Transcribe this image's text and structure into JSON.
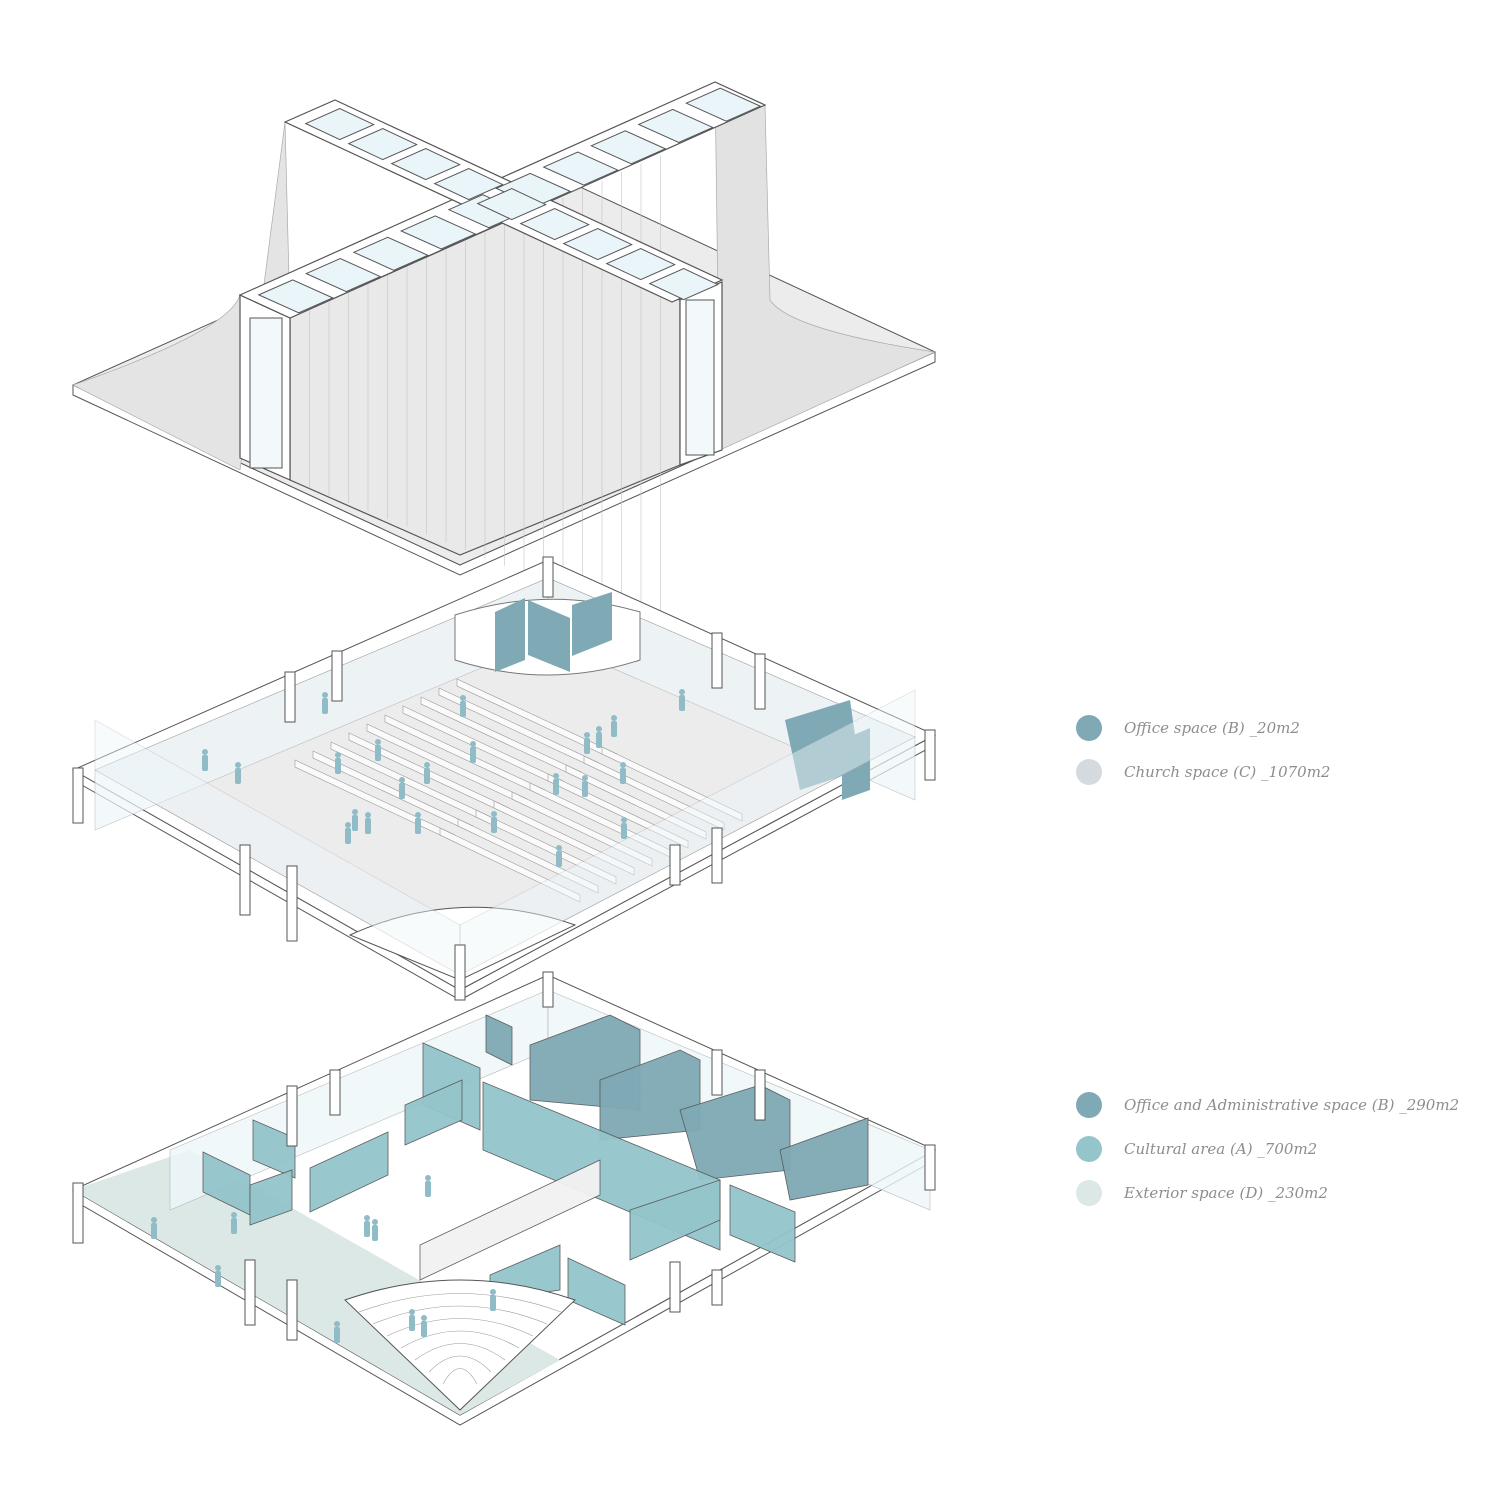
{
  "legend_upper": [
    {
      "label": "Office space (B) _20m2",
      "color": "#7fa9b4"
    },
    {
      "label": "Church space (C) _1070m2",
      "color": "#d5dade"
    }
  ],
  "legend_lower": [
    {
      "label": "Office and Administrative space (B) _290m2",
      "color": "#7fa9b4"
    },
    {
      "label": "Cultural area (A) _700m2",
      "color": "#93c5cb"
    },
    {
      "label": "Exterior space (D) _230m2",
      "color": "#dce8e6"
    }
  ],
  "colors": {
    "office": "#7fa9b4",
    "cultural": "#93c5cb",
    "church": "#ececec",
    "exterior": "#dce8e6",
    "glass": "#eef7fa",
    "line": "#555555",
    "people": "#8fbcc6"
  }
}
